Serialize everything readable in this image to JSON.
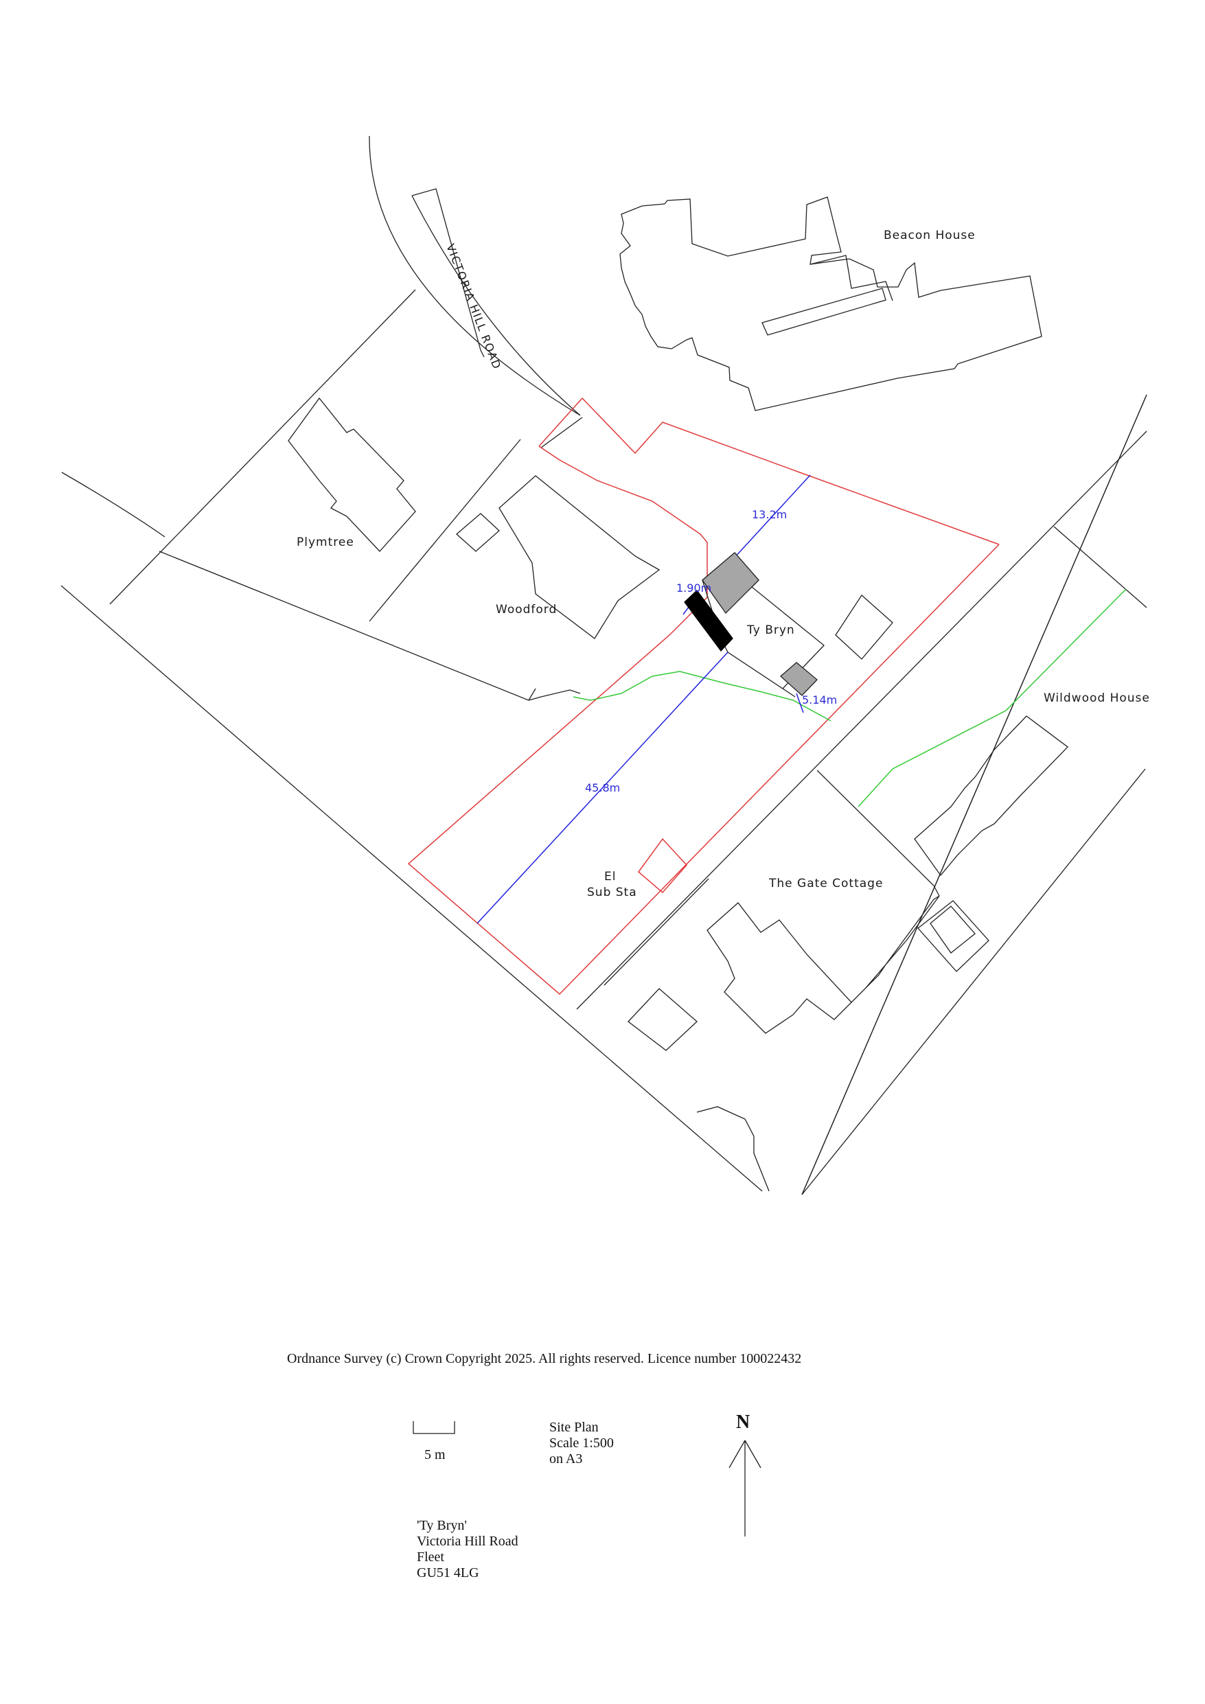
{
  "map": {
    "road_label": "VICTORIA HILL ROAD",
    "properties": {
      "beacon_house": "Beacon House",
      "plymtree": "Plymtree",
      "woodford": "Woodford",
      "ty_bryn": "Ty Bryn",
      "wildwood_house": "Wildwood House",
      "the_gate_cottage": "The Gate Cottage",
      "el_sub_sta_line1": "El",
      "el_sub_sta_line2": "Sub Sta"
    },
    "dimensions": {
      "front_distance": "13.2m",
      "side_left": "1.90m",
      "side_right": "5.14m",
      "rear_distance": "45.8m"
    },
    "colors": {
      "site_boundary": "#e0393a",
      "garden_line": "#35c935",
      "dimension_line": "#2222e0",
      "new_extension": "#000000",
      "existing_extension": "#9a9a9a"
    }
  },
  "footer": {
    "copyright": "Ordnance Survey (c) Crown Copyright 2025. All rights reserved. Licence number 100022432",
    "scale_bar_label": "5 m",
    "plan_info": [
      "Site Plan",
      "Scale  1:500",
      "on A3"
    ],
    "north_label": "N",
    "address": [
      "'Ty Bryn'",
      "Victoria Hill Road",
      "Fleet",
      "GU51 4LG"
    ]
  }
}
